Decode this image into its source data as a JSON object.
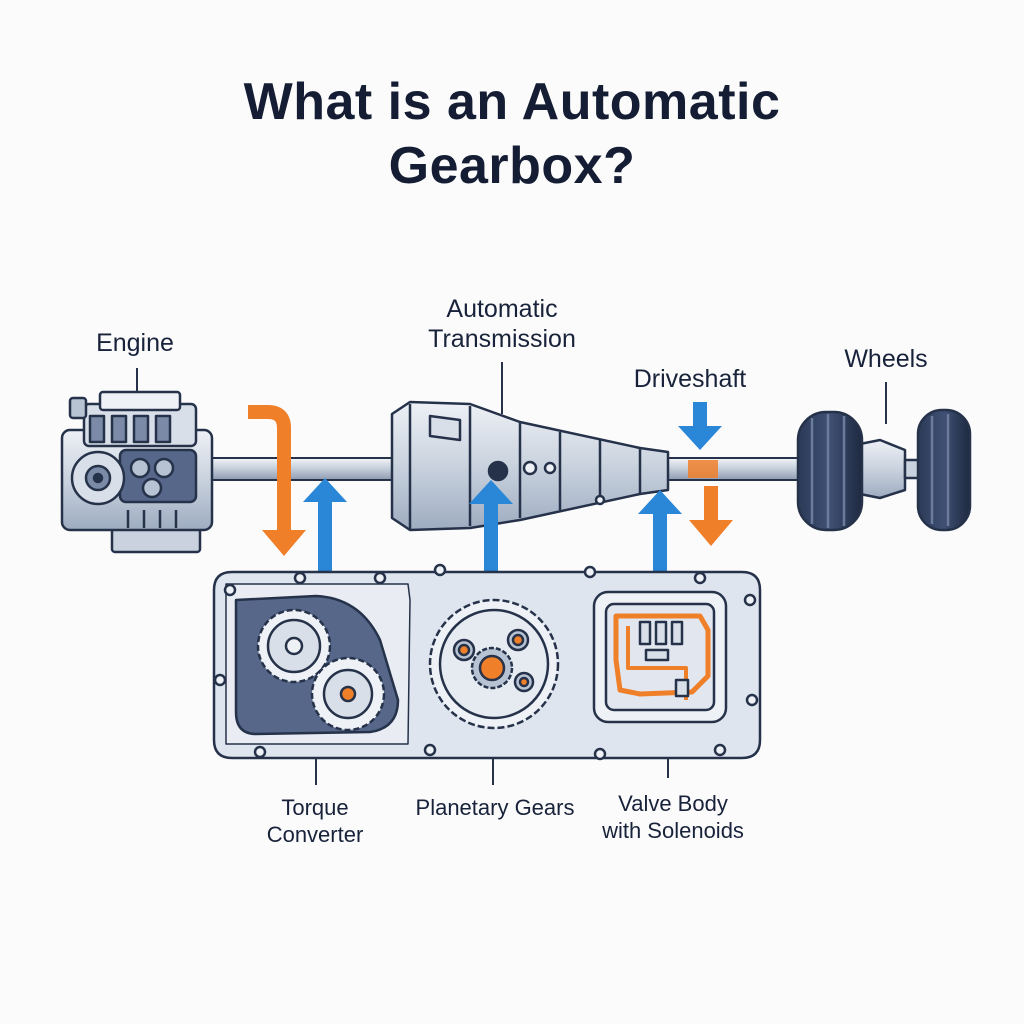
{
  "title": {
    "line1": "What is an Automatic",
    "line2": "Gearbox?"
  },
  "labels": {
    "engine": "Engine",
    "transmission_line1": "Automatic",
    "transmission_line2": "Transmission",
    "driveshaft": "Driveshaft",
    "wheels": "Wheels",
    "torque_line1": "Torque",
    "torque_line2": "Converter",
    "planetary": "Planetary Gears",
    "valve_line1": "Valve Body",
    "valve_line2": "with Solenoids"
  },
  "colors": {
    "flow_orange": "#f07f2a",
    "flow_blue": "#2a86d6",
    "outline": "#25324a",
    "metal_light": "#d9dfe8",
    "metal_mid": "#b7c2d2",
    "dark_fill": "#56678a"
  }
}
